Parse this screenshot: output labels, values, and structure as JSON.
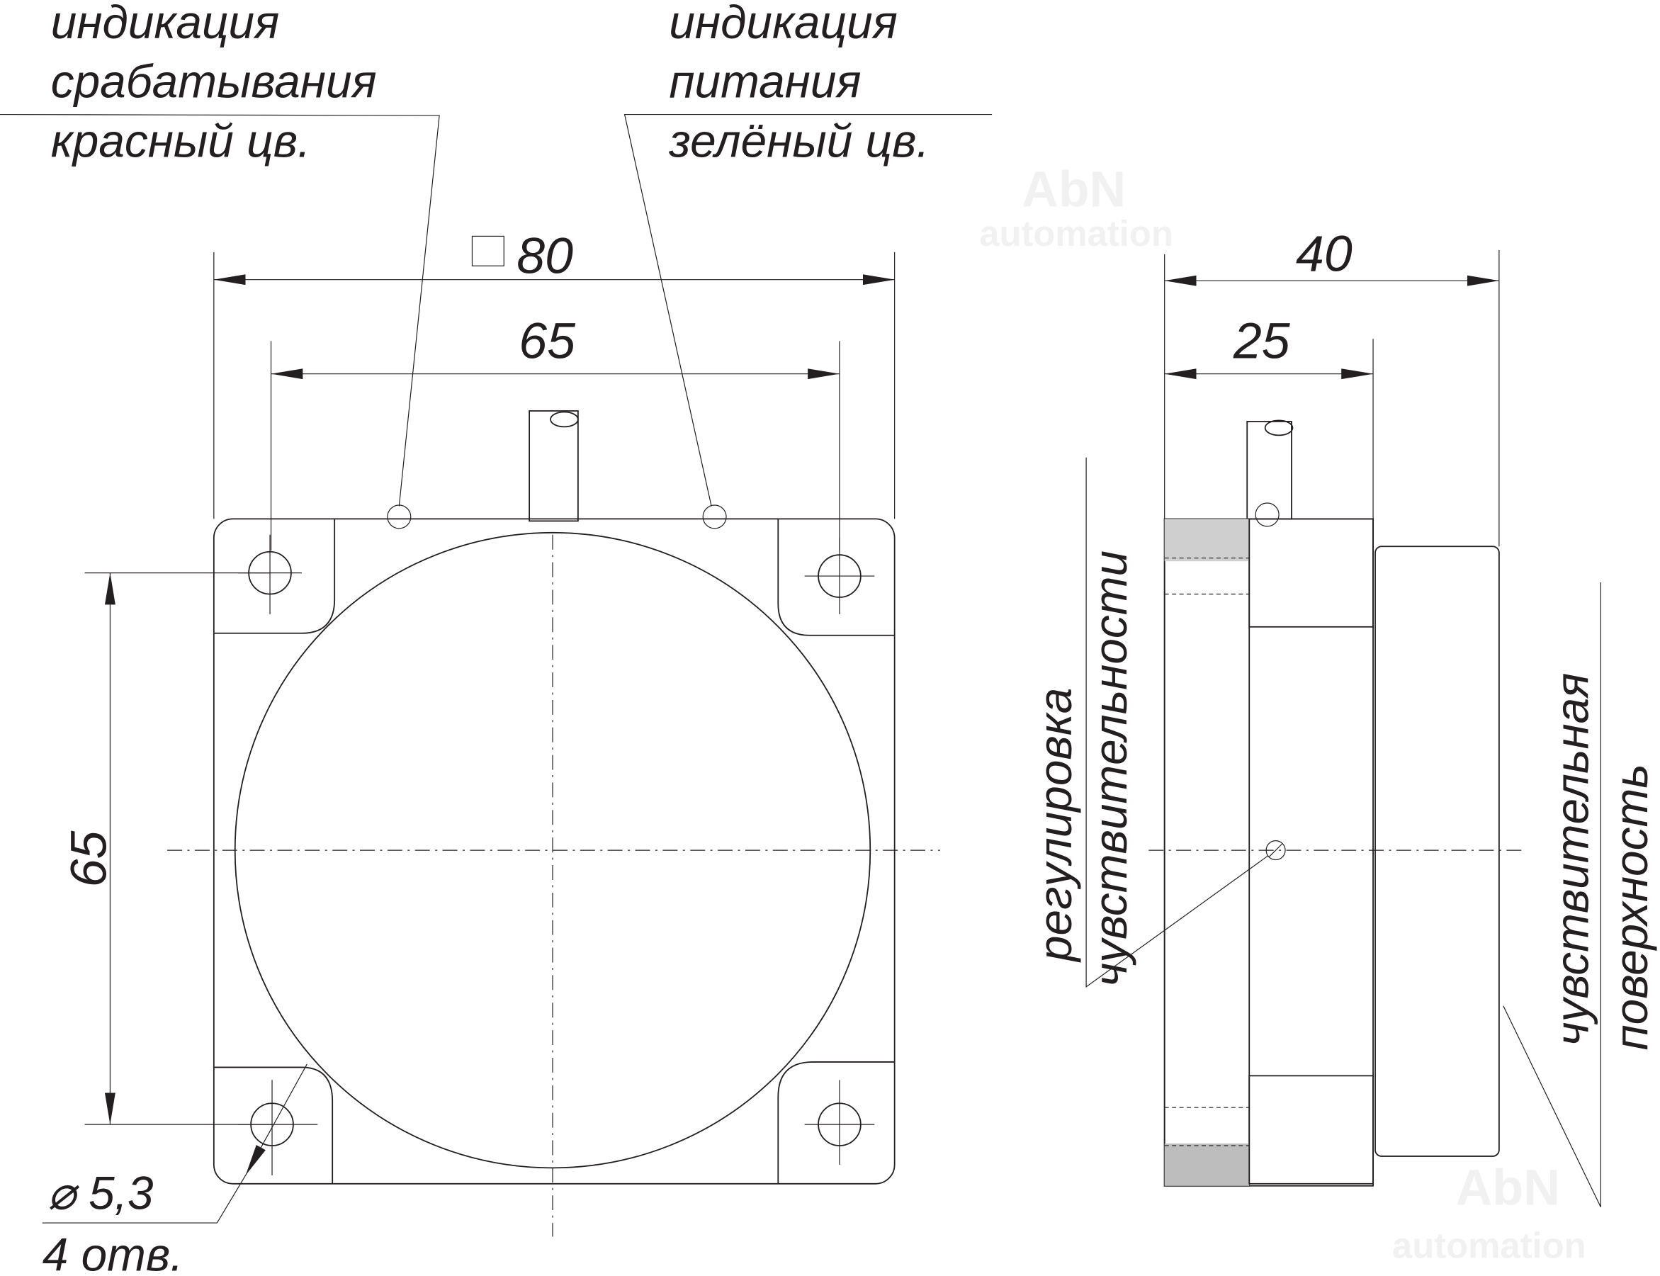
{
  "labels": {
    "trigger_indication": [
      "индикация",
      "срабатывания",
      "красный цв."
    ],
    "power_indication": [
      "индикация",
      "питания",
      "зелёный цв."
    ],
    "sensitivity_adjust": [
      "регулировка",
      "чувствительности"
    ],
    "sensitive_surface": [
      "чувствительная",
      "поверхность"
    ],
    "holes": [
      "⌀ 5,3",
      "4 отв."
    ]
  },
  "dimensions": {
    "square_width": "80",
    "hole_spacing_h": "65",
    "hole_spacing_v": "65",
    "total_depth": "40",
    "body_depth": "25"
  },
  "watermark": {
    "brand": "AbN",
    "sub": "automation"
  },
  "colors": {
    "led_red": "#d62020",
    "led_green": "#2aa02a"
  }
}
